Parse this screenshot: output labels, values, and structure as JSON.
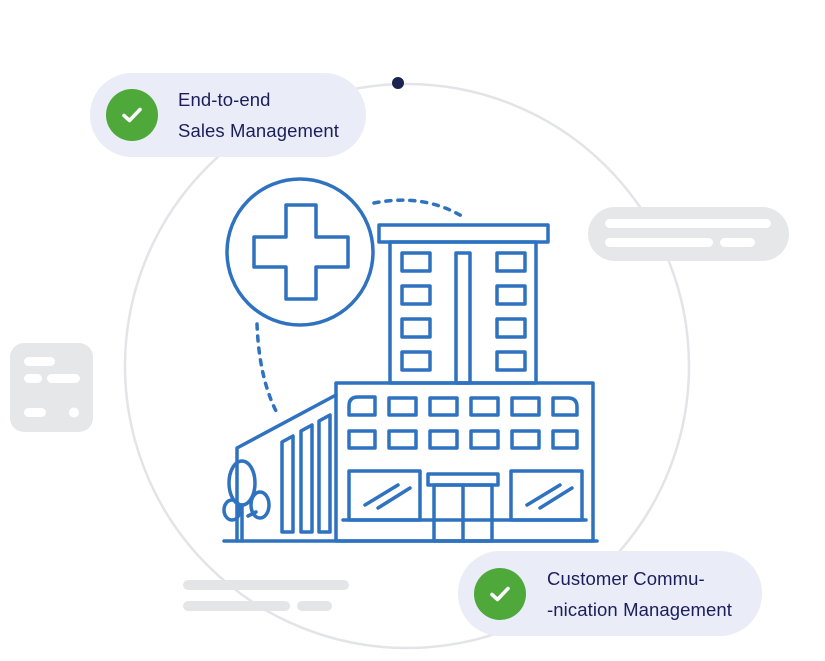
{
  "colors": {
    "accent_blue": "#2f72c0",
    "check_green": "#4ea83a",
    "pill_bg": "#eaecf7",
    "text_navy": "#1a1f5c",
    "ring_grey": "#e3e4e7",
    "placeholder_grey": "#e4e5e7",
    "dot_navy": "#1b2350"
  },
  "badges": {
    "top": {
      "icon": "checkmark-icon",
      "line1": "End-to-end",
      "line2": "Sales Management"
    },
    "bottom": {
      "icon": "checkmark-icon",
      "line1": "Customer Commu-",
      "line2": "-nication Management"
    }
  },
  "illustration": {
    "subject": "hospital-building-icon",
    "badge_icon": "medical-cross-icon"
  }
}
